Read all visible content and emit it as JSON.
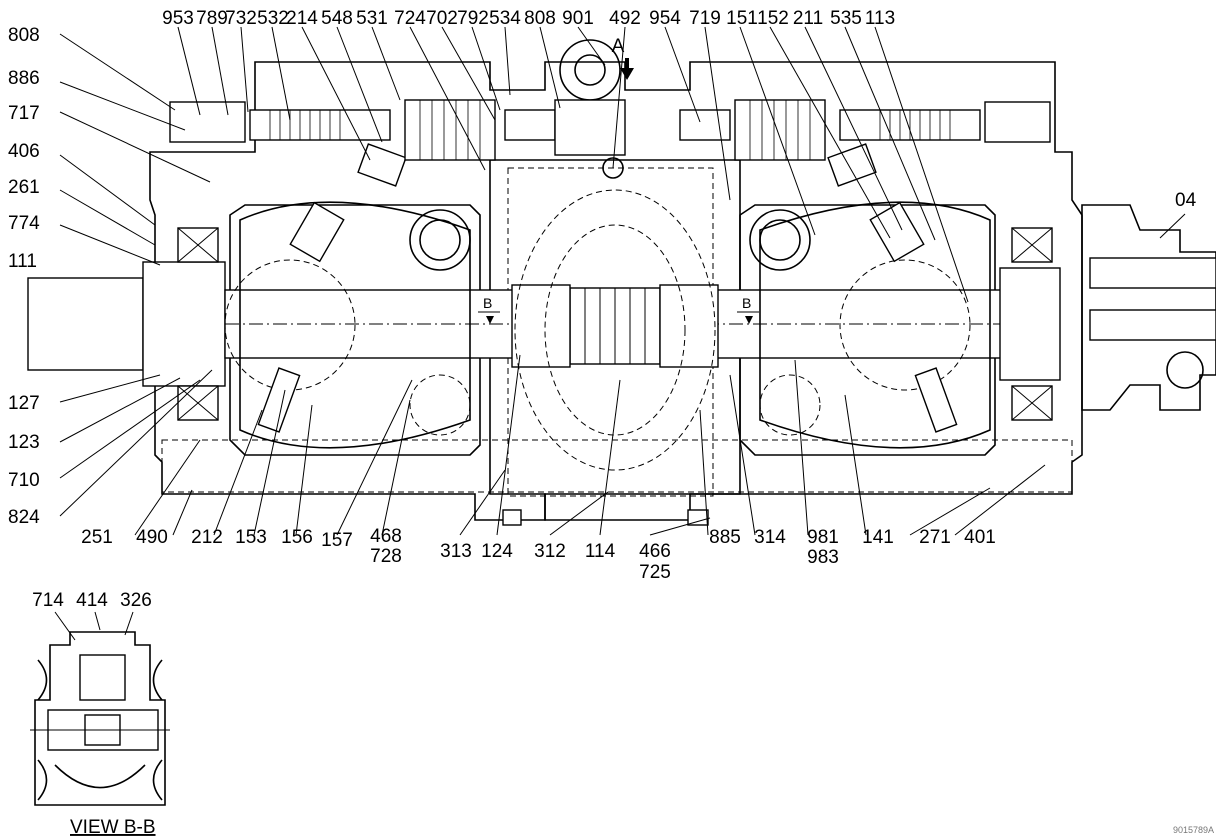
{
  "labels": {
    "top": [
      "953",
      "789",
      "732",
      "532",
      "214",
      "548",
      "531",
      "724",
      "702",
      "792",
      "534",
      "808",
      "901",
      "492",
      "954",
      "719",
      "151",
      "152",
      "211",
      "535",
      "113"
    ],
    "left": [
      "808",
      "886",
      "717",
      "406",
      "261",
      "774",
      "111",
      "127",
      "123",
      "710",
      "824"
    ],
    "right": [
      "04"
    ],
    "bottom": [
      "251",
      "490",
      "212",
      "153",
      "156",
      "157",
      "468",
      "728",
      "313",
      "124",
      "312",
      "114",
      "466",
      "725",
      "885",
      "314",
      "981",
      "983",
      "141",
      "271",
      "401"
    ],
    "view": [
      "714",
      "414",
      "326"
    ]
  },
  "marks": {
    "arrow_view": "A",
    "section_left": "B",
    "section_right": "B"
  },
  "view_title": "VIEW B-B",
  "drawing_code": "9015789A"
}
